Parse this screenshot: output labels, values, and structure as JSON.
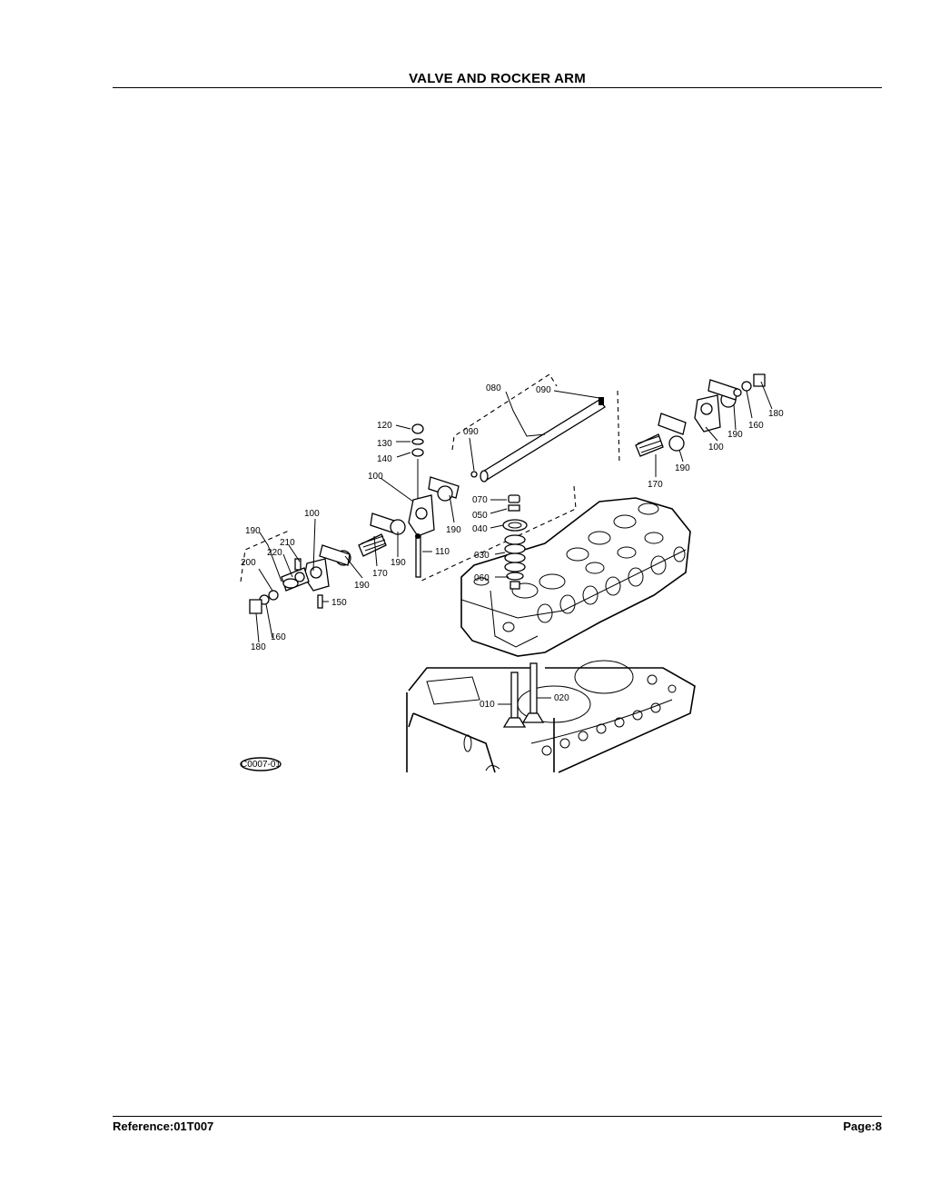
{
  "header": {
    "title": "VALVE AND ROCKER ARM"
  },
  "footer": {
    "reference": "Reference:01T007",
    "page": "Page:8"
  },
  "diagram": {
    "figure_code": "C0007-01",
    "part_labels": [
      "080",
      "090",
      "090",
      "120",
      "130",
      "140",
      "100",
      "100",
      "070",
      "050",
      "040",
      "190",
      "110",
      "030",
      "060",
      "210",
      "220",
      "200",
      "190",
      "170",
      "190",
      "190",
      "150",
      "160",
      "180",
      "180",
      "160",
      "190",
      "100",
      "190",
      "170",
      "010",
      "020"
    ]
  }
}
